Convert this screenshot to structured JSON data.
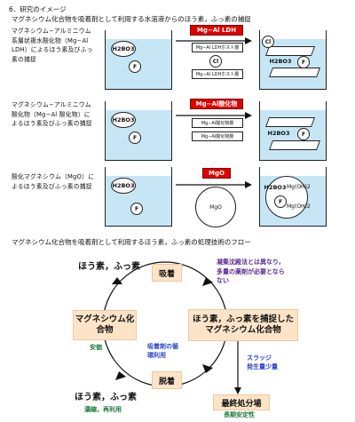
{
  "heading": "6．研究のイメージ",
  "section1_title": "マグネシウム化合物を吸着剤として利用する水溶液からのほう素，ふっ素の捕捉",
  "rows": [
    {
      "desc": "マグネシウム−アルミニウム系層状複水酸化物（Mg−Al LDH）によるほう素及びふっ素の捕捉",
      "material": "Mg−Al LDH",
      "host_label_1": "Mg−Al LDHホスト層",
      "host_label_2": "Mg−Al LDHホスト層",
      "ion_cl": "Cl",
      "ion_f": "F",
      "boric": "H2BO3"
    },
    {
      "desc": "マグネシウム−アルミニウム酸化物（Mg−Al 酸化物）によるほう素及びふっ素の捕捉",
      "material": "Mg−Al酸化物",
      "host_label_1": "Mg−Al酸化物層",
      "host_label_2": "Mg−Al酸化物層",
      "ion_f": "F",
      "boric": "H2BO3"
    },
    {
      "desc": "酸化マグネシウム（MgO）によるほう素及びふっ素の捕捉",
      "material": "MgO",
      "particle": "MgO",
      "mg_oh": "Mg(OH)2",
      "ion_f": "F",
      "boric": "H2BO3"
    }
  ],
  "section2_title": "マグネシウム化合物を吸着剤として利用するほう素，ふっ素の処理技術のフロー",
  "flow": {
    "top_left": "ほう素，ふっ素",
    "adsorb": "吸着",
    "right_main": "ほう素，ふっ素を捕捉したマグネシウム化合物",
    "left_main": "マグネシウム化合物",
    "left_sub": "安価",
    "mid_note": "吸着剤の循環利用",
    "desorb": "脱着",
    "bottom_left": "ほう素，ふっ素",
    "bottom_left_sub": "濃縮，再利用",
    "note_purple": "凝集沈殿法とは異なり，多量の薬剤が必要とならない",
    "sludge_1": "スラッジ",
    "sludge_2": "発生量少量",
    "final": "最終処分場",
    "final_sub": "長期安定性"
  },
  "colors": {
    "accent_red": "#e00000",
    "water": "#c7e6f5",
    "flow_box": "#fde4c9",
    "green": "#1a7a3a",
    "blue": "#2a44c8",
    "purple": "#5b2a91"
  }
}
